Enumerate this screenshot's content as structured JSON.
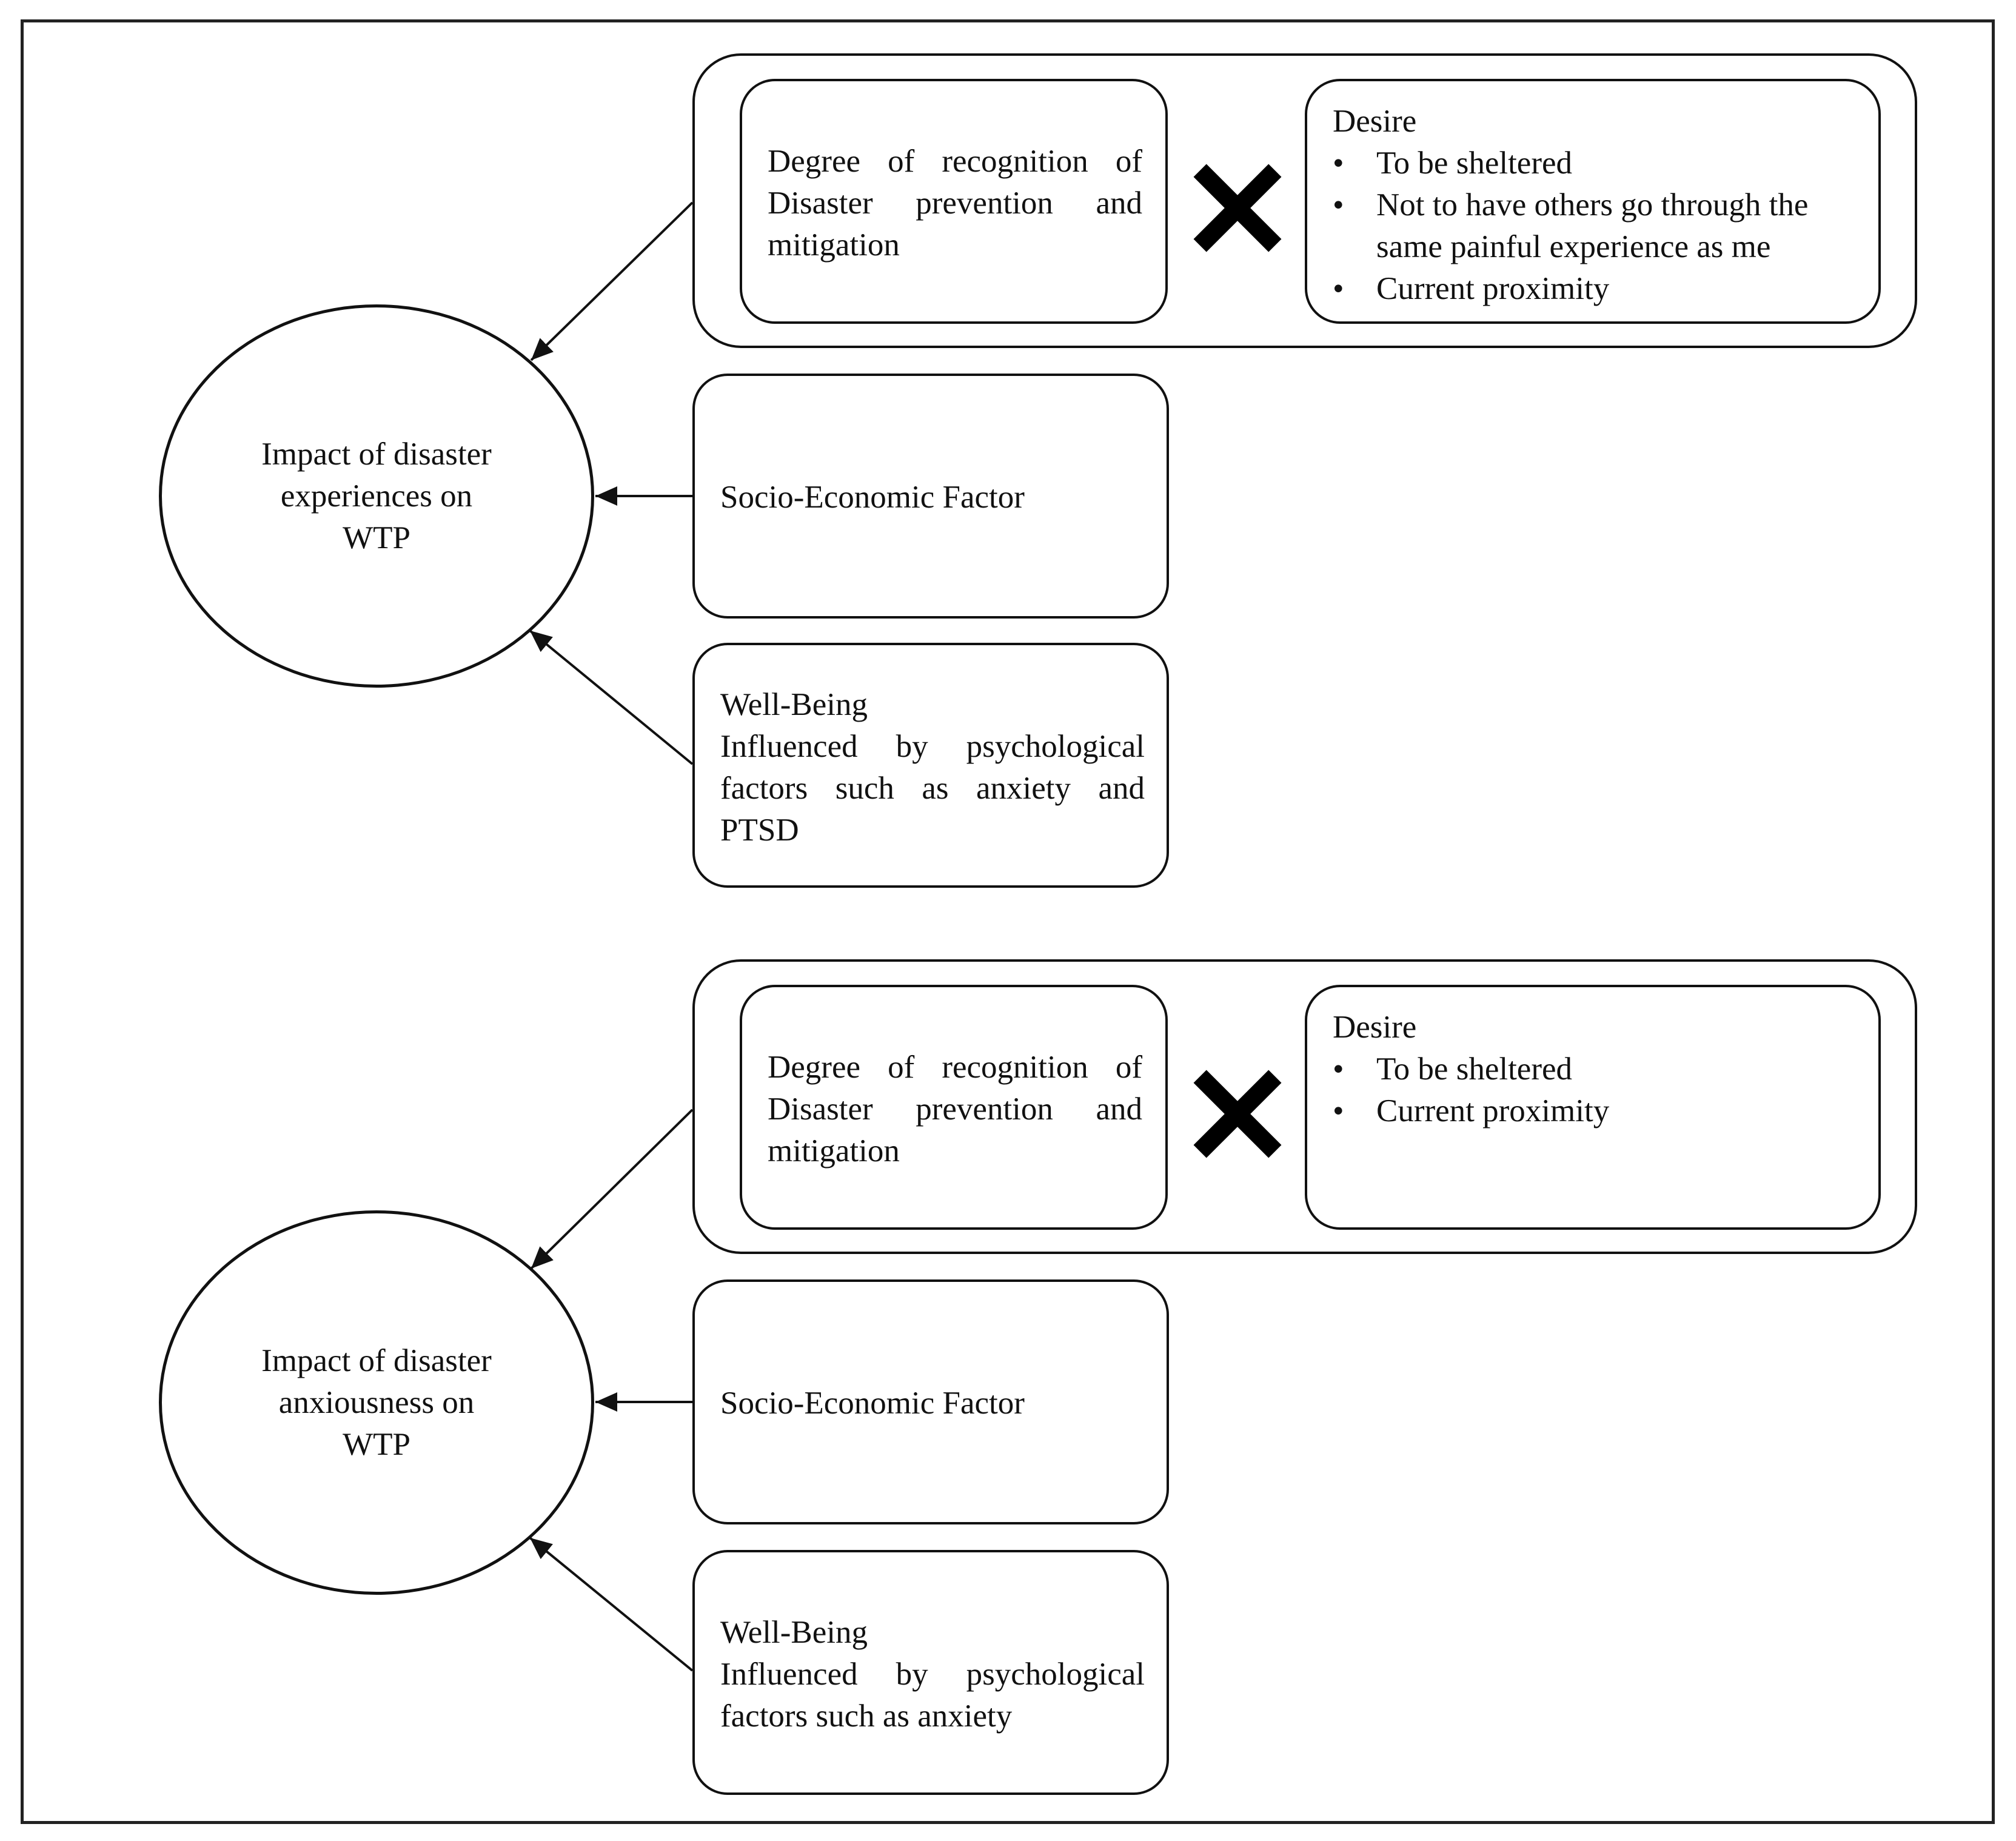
{
  "panel_top": {
    "outcome": "Impact of disaster experiences on WTP",
    "recognition_lines": [
      "Degree of recognition of",
      "Disaster prevention and",
      "mitigation"
    ],
    "desire_title": "Desire",
    "desire_items": [
      "To be sheltered",
      "Not to have others go through the same painful experience as me",
      "Current proximity"
    ],
    "socio_economic": "Socio-Economic Factor",
    "well_being_title": "Well-Being",
    "well_being_lines": [
      "Influenced by psychological",
      "factors such as anxiety and",
      "PTSD"
    ]
  },
  "panel_bottom": {
    "outcome": "Impact of disaster anxiousness on WTP",
    "recognition_lines": [
      "Degree of recognition of",
      "Disaster prevention and",
      "mitigation"
    ],
    "desire_title": "Desire",
    "desire_items": [
      "To be sheltered",
      "Current proximity"
    ],
    "socio_economic": "Socio-Economic Factor",
    "well_being_title": "Well-Being",
    "well_being_lines": [
      "Influenced by psychological",
      "factors such as anxiety"
    ]
  },
  "icons": {
    "multiply": "cross-icon"
  }
}
